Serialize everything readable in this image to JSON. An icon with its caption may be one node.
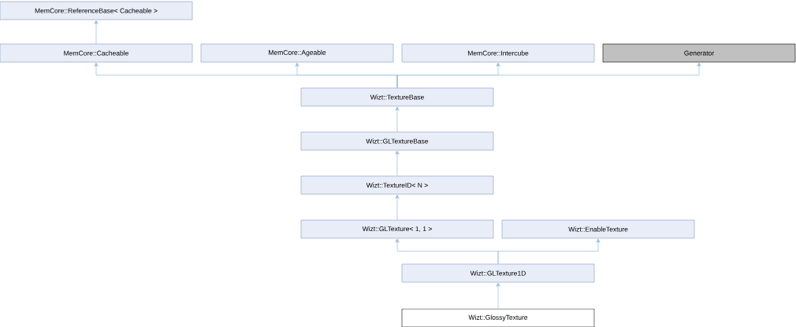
{
  "diagram": {
    "nodes": [
      {
        "text": [
          "MemCore::ReferenceBase< Cacheable >"
        ]
      },
      {
        "text": [
          "MemCore::Cacheable"
        ]
      },
      {
        "text": [
          "MemCore::Ageable"
        ]
      },
      {
        "text": [
          "MemCore::Intercube"
        ]
      },
      {
        "text": [
          "Generator"
        ]
      },
      {
        "text": [
          "Wizt::TextureBase"
        ]
      },
      {
        "text": [
          "Wizt::GLTextureBase"
        ]
      },
      {
        "text": [
          "Wizt::TextureID< N >"
        ]
      },
      {
        "text": [
          "Wizt::GLTexture< 1, 1 >"
        ]
      },
      {
        "text": [
          "Wizt::EnableTexture"
        ]
      },
      {
        "text": [
          "Wizt::GLTexture1D"
        ]
      },
      {
        "text": [
          "Wizt::GlossyTexture"
        ]
      }
    ],
    "edges": [
      {
        "from": 1,
        "to": 0,
        "arrow": "to"
      },
      {
        "from": 5,
        "to": 1,
        "arrow": "to"
      },
      {
        "from": 5,
        "to": 2,
        "arrow": "to"
      },
      {
        "from": 5,
        "to": 3,
        "arrow": "to"
      },
      {
        "from": 5,
        "to": 4,
        "arrow": "to"
      },
      {
        "from": 6,
        "to": 5,
        "arrow": "to"
      },
      {
        "from": 7,
        "to": 6,
        "arrow": "to"
      },
      {
        "from": 8,
        "to": 7,
        "arrow": "to"
      },
      {
        "from": 10,
        "to": 8,
        "arrow": "to"
      },
      {
        "from": 10,
        "to": 9,
        "arrow": "to"
      },
      {
        "from": 11,
        "to": 10,
        "arrow": "to"
      }
    ]
  }
}
